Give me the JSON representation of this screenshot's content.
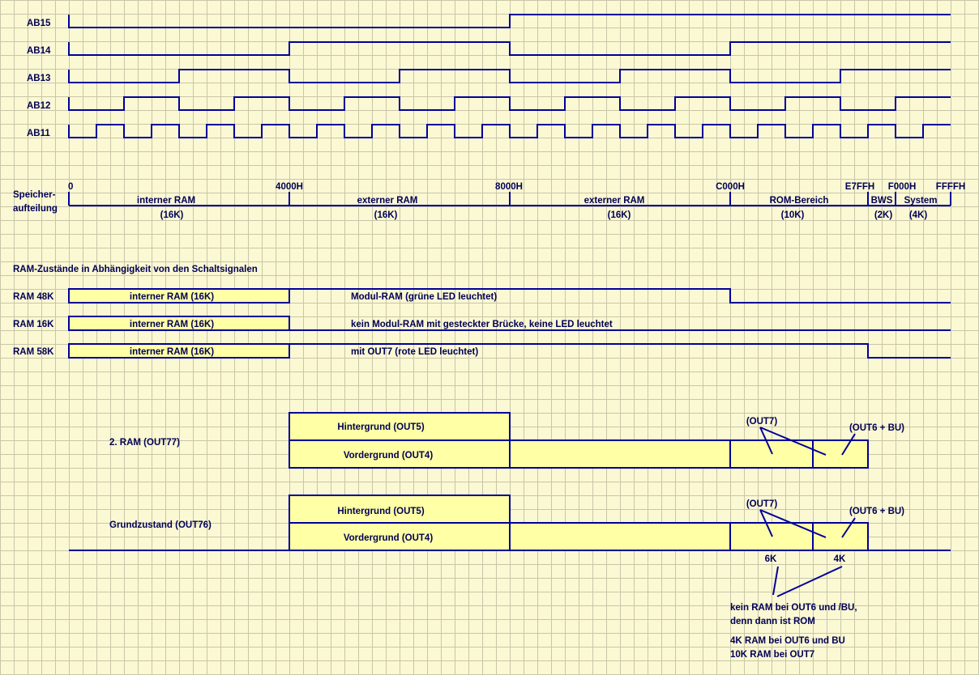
{
  "signals": [
    {
      "name": "AB15",
      "period_blocks": 16
    },
    {
      "name": "AB14",
      "period_blocks": 8
    },
    {
      "name": "AB13",
      "period_blocks": 4
    },
    {
      "name": "AB12",
      "period_blocks": 2
    },
    {
      "name": "AB11",
      "period_blocks": 1
    }
  ],
  "memory_map": {
    "title_line1": "Speicher-",
    "title_line2": "aufteilung",
    "addresses": [
      "0",
      "4000H",
      "8000H",
      "C000H",
      "E7FFH",
      "F000H",
      "FFFFH"
    ],
    "segments": [
      {
        "name": "interner RAM",
        "size": "(16K)"
      },
      {
        "name": "externer RAM",
        "size": "(16K)"
      },
      {
        "name": "externer RAM",
        "size": "(16K)"
      },
      {
        "name": "ROM-Bereich",
        "size": "(10K)"
      },
      {
        "name": "BWS",
        "size": "(2K)"
      },
      {
        "name": "System",
        "size": "(4K)"
      }
    ]
  },
  "ram_states": {
    "title": "RAM-Zustände in Abhängigkeit von den Schaltsignalen",
    "rows": [
      {
        "label": "RAM 48K",
        "box": "interner RAM (16K)",
        "note": "Modul-RAM (grüne LED leuchtet)"
      },
      {
        "label": "RAM 16K",
        "box": "interner RAM (16K)",
        "note": "kein Modul-RAM mit gesteckter Brücke, keine LED leuchtet"
      },
      {
        "label": "RAM 58K",
        "box": "interner RAM (16K)",
        "note": "mit OUT7 (rote LED leuchtet)"
      }
    ]
  },
  "blocks": [
    {
      "label": "2. RAM (OUT77)",
      "background": "Hintergrund (OUT5)",
      "foreground": "Vordergrund (OUT4)",
      "out7": "(OUT7)",
      "out6": "(OUT6 + BU)"
    },
    {
      "label": "Grundzustand (OUT76)",
      "background": "Hintergrund (OUT5)",
      "foreground": "Vordergrund (OUT4)",
      "out7": "(OUT7)",
      "out6": "(OUT6 + BU)"
    }
  ],
  "sizes": {
    "a": "6K",
    "b": "4K"
  },
  "notes": {
    "line1": "kein RAM bei OUT6 und /BU,",
    "line2": "denn dann ist ROM",
    "line3": "4K RAM bei OUT6 und BU",
    "line4": "10K RAM bei OUT7"
  }
}
